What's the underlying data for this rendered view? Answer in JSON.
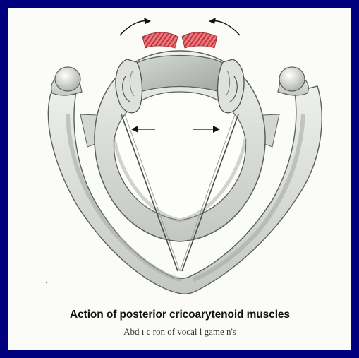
{
  "caption": {
    "title": "Action of posterior cricoarytenoid muscles",
    "subtitle": "Abd ı c ron of vocal l game n's"
  },
  "colors": {
    "border": "#00007f",
    "background": "#fbfbf7",
    "cartilage_light": "#e9ece6",
    "cartilage_shade": "#b5bab4",
    "outline": "#5b605c",
    "muscle": "#d8484f",
    "text": "#111111"
  },
  "figure": {
    "kind": "anatomical illustration",
    "arrows": [
      "rotation-arrow-left",
      "rotation-arrow-right",
      "abduction-arrow-left",
      "abduction-arrow-right"
    ]
  }
}
